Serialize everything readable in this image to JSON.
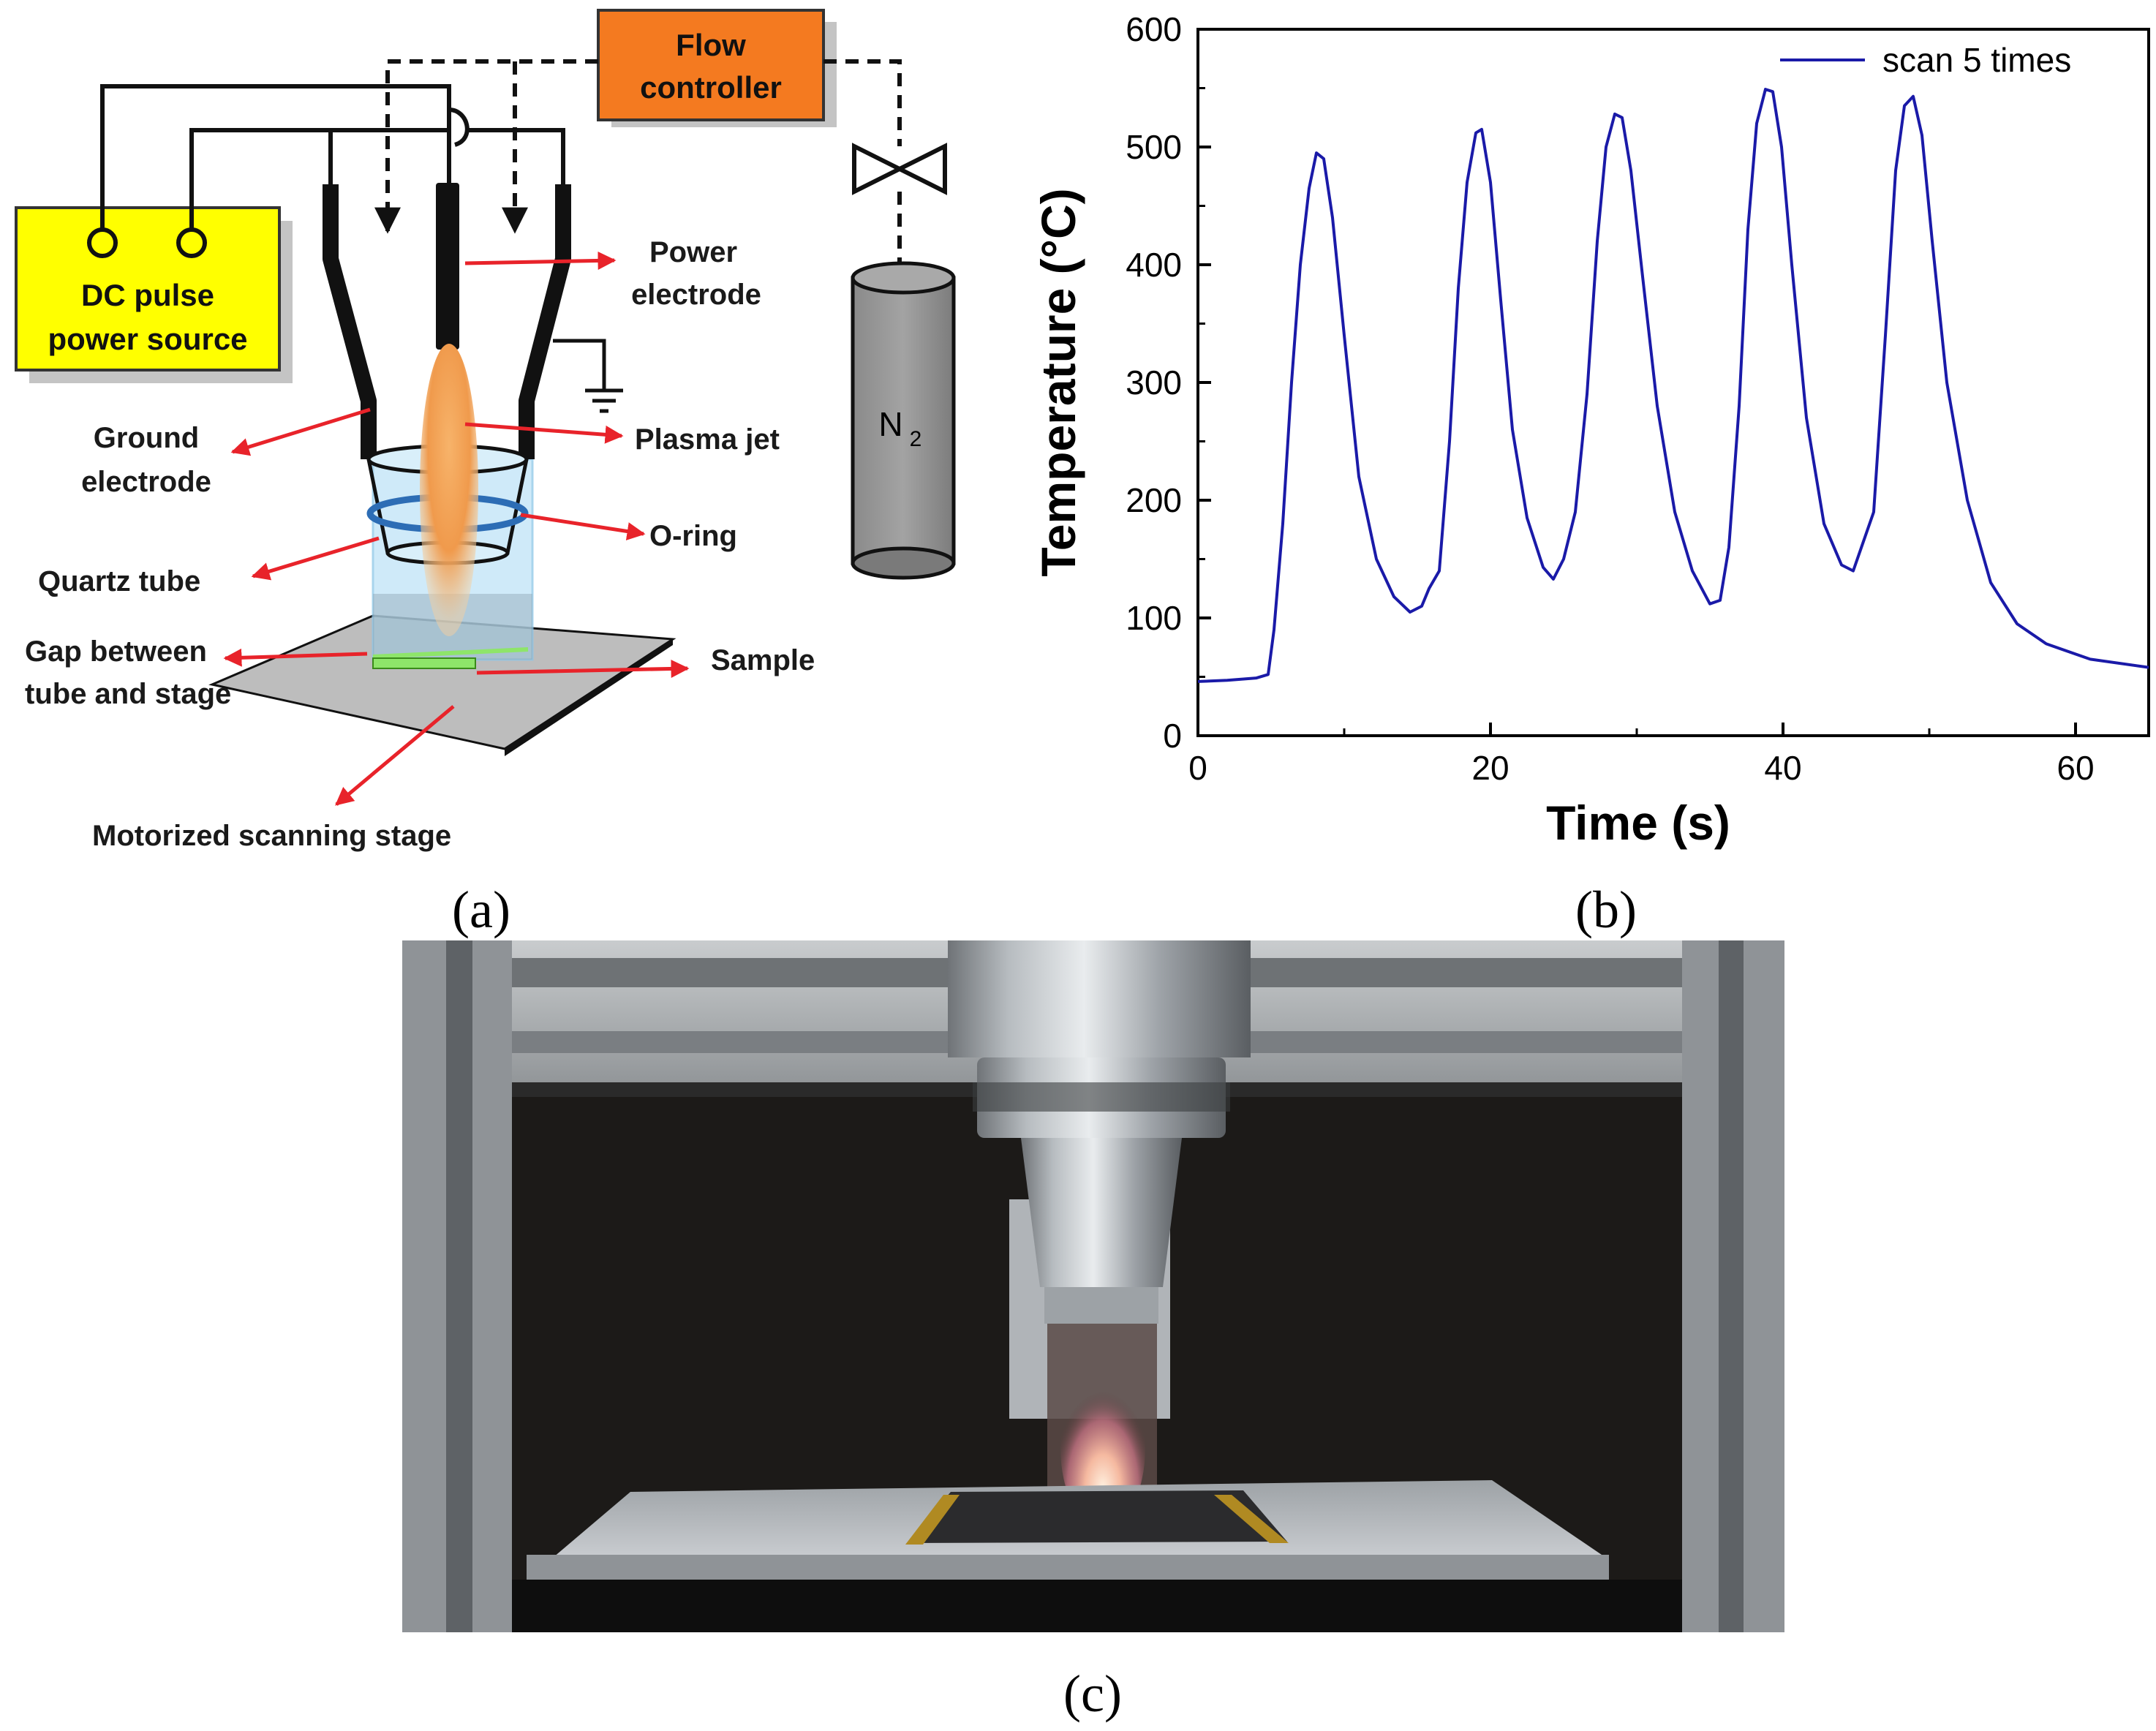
{
  "panels": {
    "a": "(a)",
    "b": "(b)",
    "c": "(c)"
  },
  "schematic": {
    "flow_controller": [
      "Flow",
      "controller"
    ],
    "power_source": [
      "DC pulse",
      "power source"
    ],
    "power_electrode": [
      "Power",
      "electrode"
    ],
    "ground_electrode": [
      "Ground",
      "electrode"
    ],
    "plasma_jet": "Plasma jet",
    "o_ring": "O-ring",
    "quartz_tube": "Quartz tube",
    "gap": [
      "Gap between",
      "tube and stage"
    ],
    "sample": "Sample",
    "stage": "Motorized scanning stage",
    "gas_symbol": "N",
    "gas_subscript": "2",
    "colors": {
      "flow_box": "#f47a20",
      "power_box": "#ffff00",
      "arrow": "#e8232a",
      "plasma": "#f39c4a",
      "tube": "#bfe3f7",
      "oring": "#2d6db5",
      "cylinder": "#7f7f7f",
      "sample": "#8ee56a"
    }
  },
  "chart_data": {
    "type": "line",
    "xlabel": "Time (s)",
    "ylabel": "Temperature (°C)",
    "xlim": [
      0,
      65
    ],
    "ylim": [
      0,
      600
    ],
    "xticks": [
      0,
      20,
      40,
      60
    ],
    "yticks": [
      0,
      100,
      200,
      300,
      400,
      500,
      600
    ],
    "legend": "top-right",
    "color": "#1a1aa8",
    "series": [
      {
        "name": "scan 5 times",
        "x": [
          0,
          2,
          4,
          4.8,
          5.2,
          5.8,
          6.4,
          7.0,
          7.6,
          8.1,
          8.6,
          9.2,
          10.0,
          11.0,
          12.2,
          13.4,
          14.5,
          15.3,
          15.8,
          16.5,
          17.2,
          17.8,
          18.4,
          19.0,
          19.4,
          20.0,
          20.7,
          21.5,
          22.5,
          23.6,
          24.3,
          25.0,
          25.8,
          26.6,
          27.3,
          27.9,
          28.5,
          29.0,
          29.6,
          30.4,
          31.4,
          32.6,
          33.8,
          35.0,
          35.7,
          36.3,
          37.0,
          37.6,
          38.2,
          38.8,
          39.3,
          39.9,
          40.6,
          41.6,
          42.8,
          44.0,
          44.8,
          45.5,
          46.2,
          47.0,
          47.7,
          48.3,
          48.9,
          49.5,
          50.2,
          51.2,
          52.6,
          54.2,
          56.0,
          58.0,
          61.0,
          65.0
        ],
        "values": [
          46,
          47,
          49,
          52,
          90,
          180,
          300,
          400,
          465,
          495,
          490,
          440,
          340,
          220,
          150,
          118,
          105,
          110,
          125,
          140,
          250,
          380,
          470,
          512,
          515,
          470,
          370,
          260,
          185,
          143,
          133,
          150,
          190,
          290,
          420,
          500,
          528,
          525,
          480,
          390,
          280,
          190,
          140,
          112,
          115,
          160,
          280,
          430,
          520,
          549,
          547,
          500,
          400,
          270,
          180,
          145,
          140,
          165,
          190,
          340,
          480,
          535,
          543,
          510,
          420,
          300,
          200,
          130,
          95,
          78,
          65,
          58
        ]
      }
    ]
  },
  "photo": {
    "description_hidden": ""
  }
}
